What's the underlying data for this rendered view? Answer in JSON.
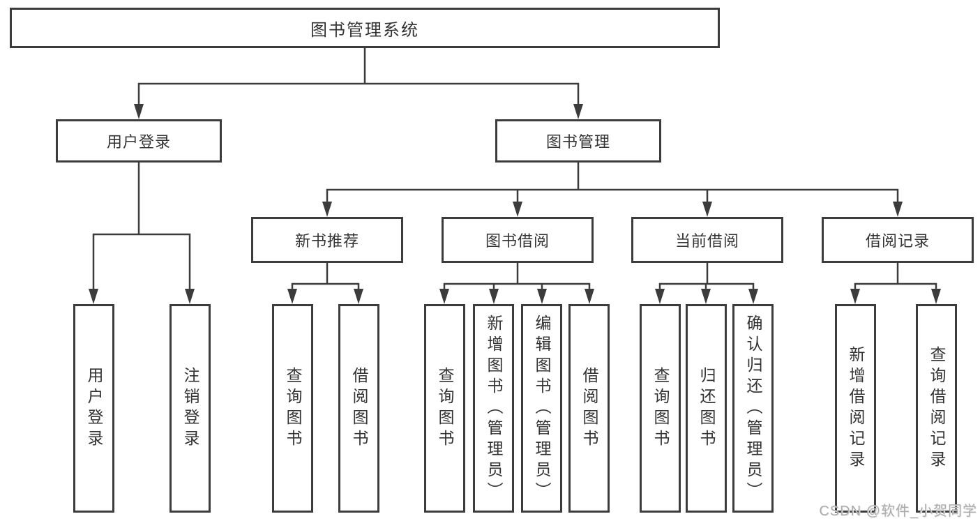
{
  "diagram": {
    "type": "hierarchy-tree",
    "colors": {
      "line": "#3c3c3c",
      "box_border": "#3c3c3c",
      "box_fill": "#ffffff",
      "text": "#333333",
      "background": "#ffffff",
      "watermark": "#ababab"
    },
    "root": {
      "label": "图书管理系统"
    },
    "branches": [
      {
        "label": "用户登录",
        "children": [
          {
            "label": "用户登录"
          },
          {
            "label": "注销登录"
          }
        ]
      },
      {
        "label": "图书管理",
        "children": [
          {
            "label": "新书推荐",
            "children": [
              {
                "label": "查询图书"
              },
              {
                "label": "借阅图书"
              }
            ]
          },
          {
            "label": "图书借阅",
            "children": [
              {
                "label": "查询图书"
              },
              {
                "label": "新增图书（管理员）"
              },
              {
                "label": "编辑图书（管理员）"
              },
              {
                "label": "借阅图书"
              }
            ]
          },
          {
            "label": "当前借阅",
            "children": [
              {
                "label": "查询图书"
              },
              {
                "label": "归还图书"
              },
              {
                "label": "确认归还（管理员）"
              }
            ]
          },
          {
            "label": "借阅记录",
            "children": [
              {
                "label": "新增借阅记录"
              },
              {
                "label": "查询借阅记录"
              }
            ]
          }
        ]
      }
    ],
    "watermark": "CSDN @软件_小贺同学"
  }
}
